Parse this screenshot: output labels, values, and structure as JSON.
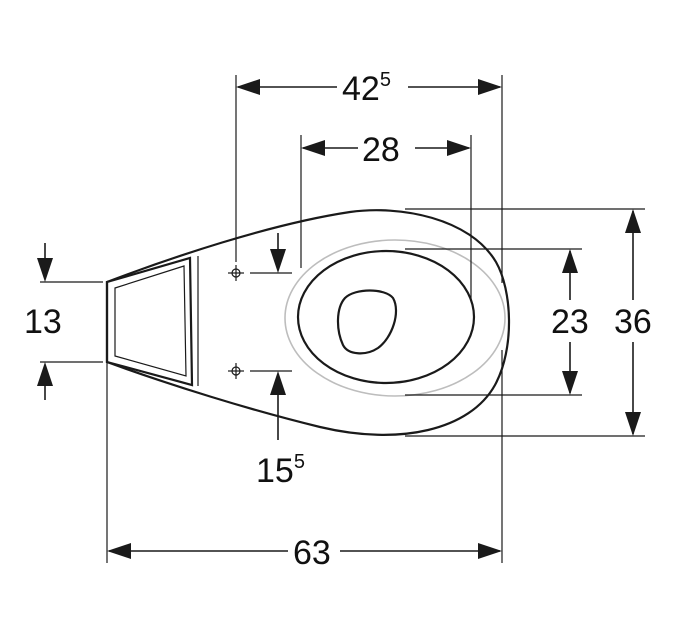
{
  "dimensions": {
    "top_width": {
      "main": "42",
      "sup": "5"
    },
    "rim_width": {
      "main": "28"
    },
    "overall_length": {
      "main": "63"
    },
    "inlet_height": {
      "main": "13"
    },
    "bowl_inner_width": {
      "main": "23"
    },
    "overall_width": {
      "main": "36"
    },
    "fixing_spacing": {
      "main": "15",
      "sup": "5"
    }
  }
}
